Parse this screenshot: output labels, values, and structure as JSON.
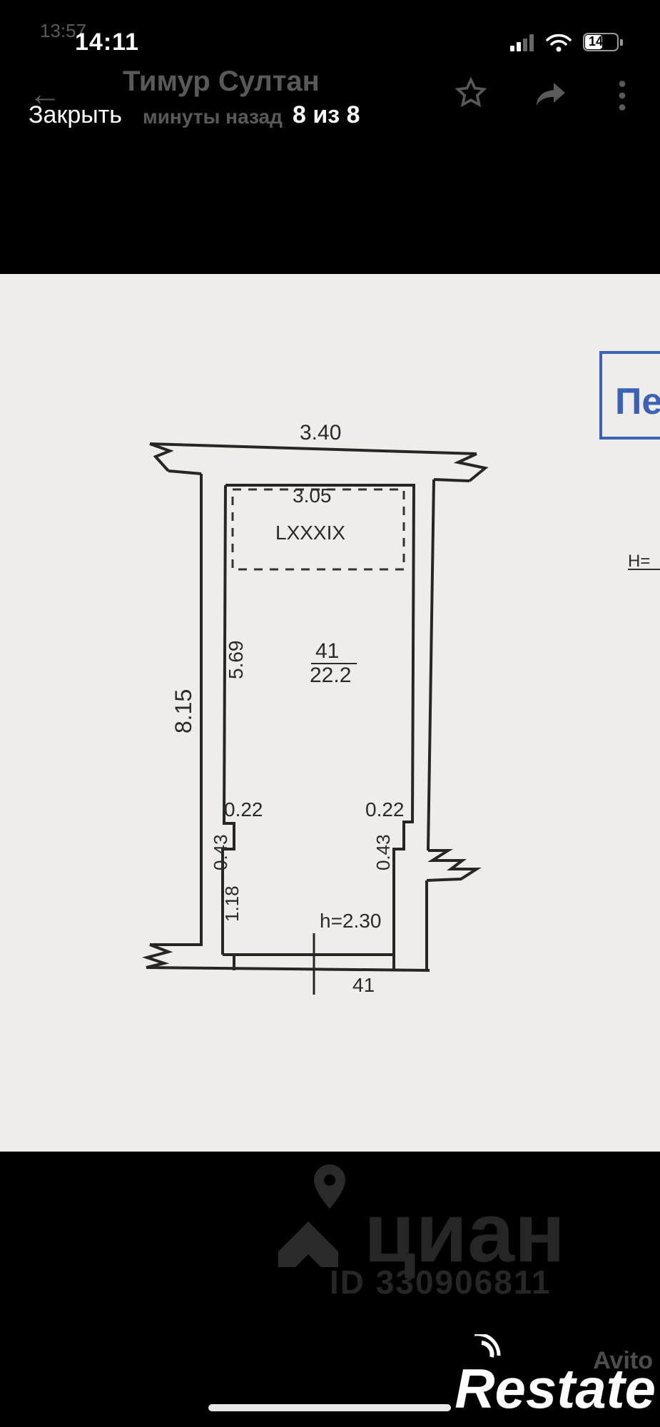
{
  "status_bar": {
    "time": "14:11",
    "battery_label": "14",
    "ghost_time": "13:57"
  },
  "ghost_header": {
    "sender_name": "Тимур Султан",
    "sent_ago": "минуты назад"
  },
  "viewer": {
    "close_label": "Закрыть",
    "counter": "8 из 8"
  },
  "plan": {
    "top_width": "3.40",
    "inner_width": "3.05",
    "room_code": "LXXXIX",
    "left_length": "8.15",
    "inner_length": "5.69",
    "room_number": "41",
    "room_area": "22.2",
    "left_niche_width": "0.22",
    "right_niche_width": "0.22",
    "left_niche_depth": "0.43",
    "right_niche_depth": "0.43",
    "lower_segment": "1.18",
    "height": "h=2.30",
    "bottom_label": "41",
    "stamp_text": "Пе",
    "side_text": "H="
  },
  "watermarks": {
    "cian_word": "циан",
    "cian_id": "ID 330906811",
    "avito": "Avito",
    "restate": "Restate"
  },
  "colors": {
    "background": "#000000",
    "paper": "#efedea",
    "ink": "#2a2a2a",
    "stamp_blue": "#3a63b8"
  }
}
